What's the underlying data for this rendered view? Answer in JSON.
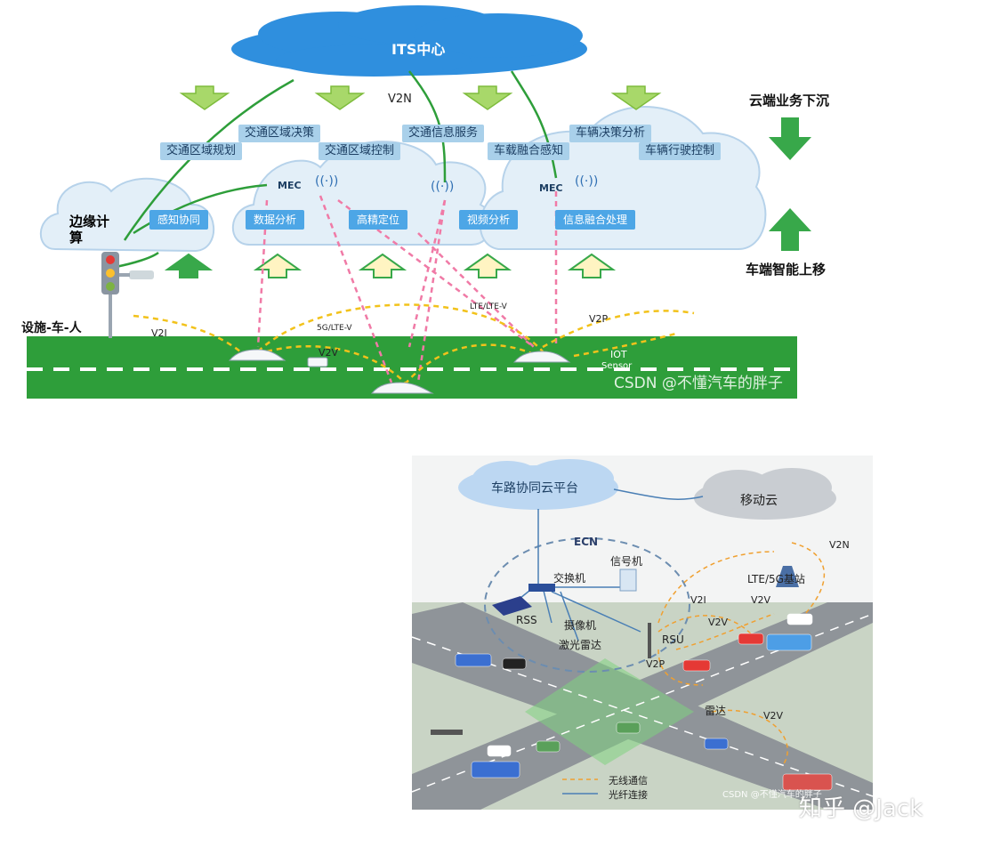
{
  "top": {
    "its_center": "ITS中心",
    "v2n": "V2N",
    "cloud_down": "云端业务下沉",
    "vehicle_up": "车端智能上移",
    "boxes_upper": [
      "交通区域规划",
      "交通区域决策",
      "交通区域控制",
      "交通信息服务",
      "车载融合感知",
      "车辆决策分析",
      "车辆行驶控制"
    ],
    "edge_compute": "边缘计算",
    "mec": "MEC",
    "boxes_lower": [
      "感知协同",
      "数据分析",
      "高精定位",
      "视频分析",
      "信息融合处理"
    ],
    "infra": "设施-车-人",
    "v2i": "V2I",
    "five_g": "5G/LTE-V",
    "lte": "LTE/LTE-V",
    "v2p": "V2P",
    "v2v": "V2V",
    "iot": "IOT",
    "sensor": "Sensor",
    "watermark": "CSDN @不懂汽车的胖子"
  },
  "bottom": {
    "platform": "车路协同云平台",
    "mobile_cloud": "移动云",
    "ecn": "ECN",
    "switch": "交换机",
    "signal": "信号机",
    "rss": "RSS",
    "camera": "摄像机",
    "lidar": "激光雷达",
    "rsu": "RSU",
    "base_station": "LTE/5G基站",
    "v2n": "V2N",
    "v2i": "V2I",
    "v2v_a": "V2V",
    "v2v_b": "V2V",
    "v2v_c": "V2V",
    "v2p": "V2P",
    "radar": "雷达",
    "legend_wireless": "无线通信",
    "legend_fiber": "光纤连接",
    "watermark": "CSDN @不懂汽车的胖子"
  },
  "page_watermark": "知乎 @Jack",
  "colors": {
    "cloud_blue": "#2f8fde",
    "cloud_light": "#e3eff8",
    "road_green": "#2e9e3a",
    "arrow_down": "#a8d86a",
    "arrow_up_fill": "#fff4c2",
    "arrow_green": "#38a84a",
    "pink_dash": "#f07aa6",
    "yellow_dash": "#f2c21b"
  }
}
